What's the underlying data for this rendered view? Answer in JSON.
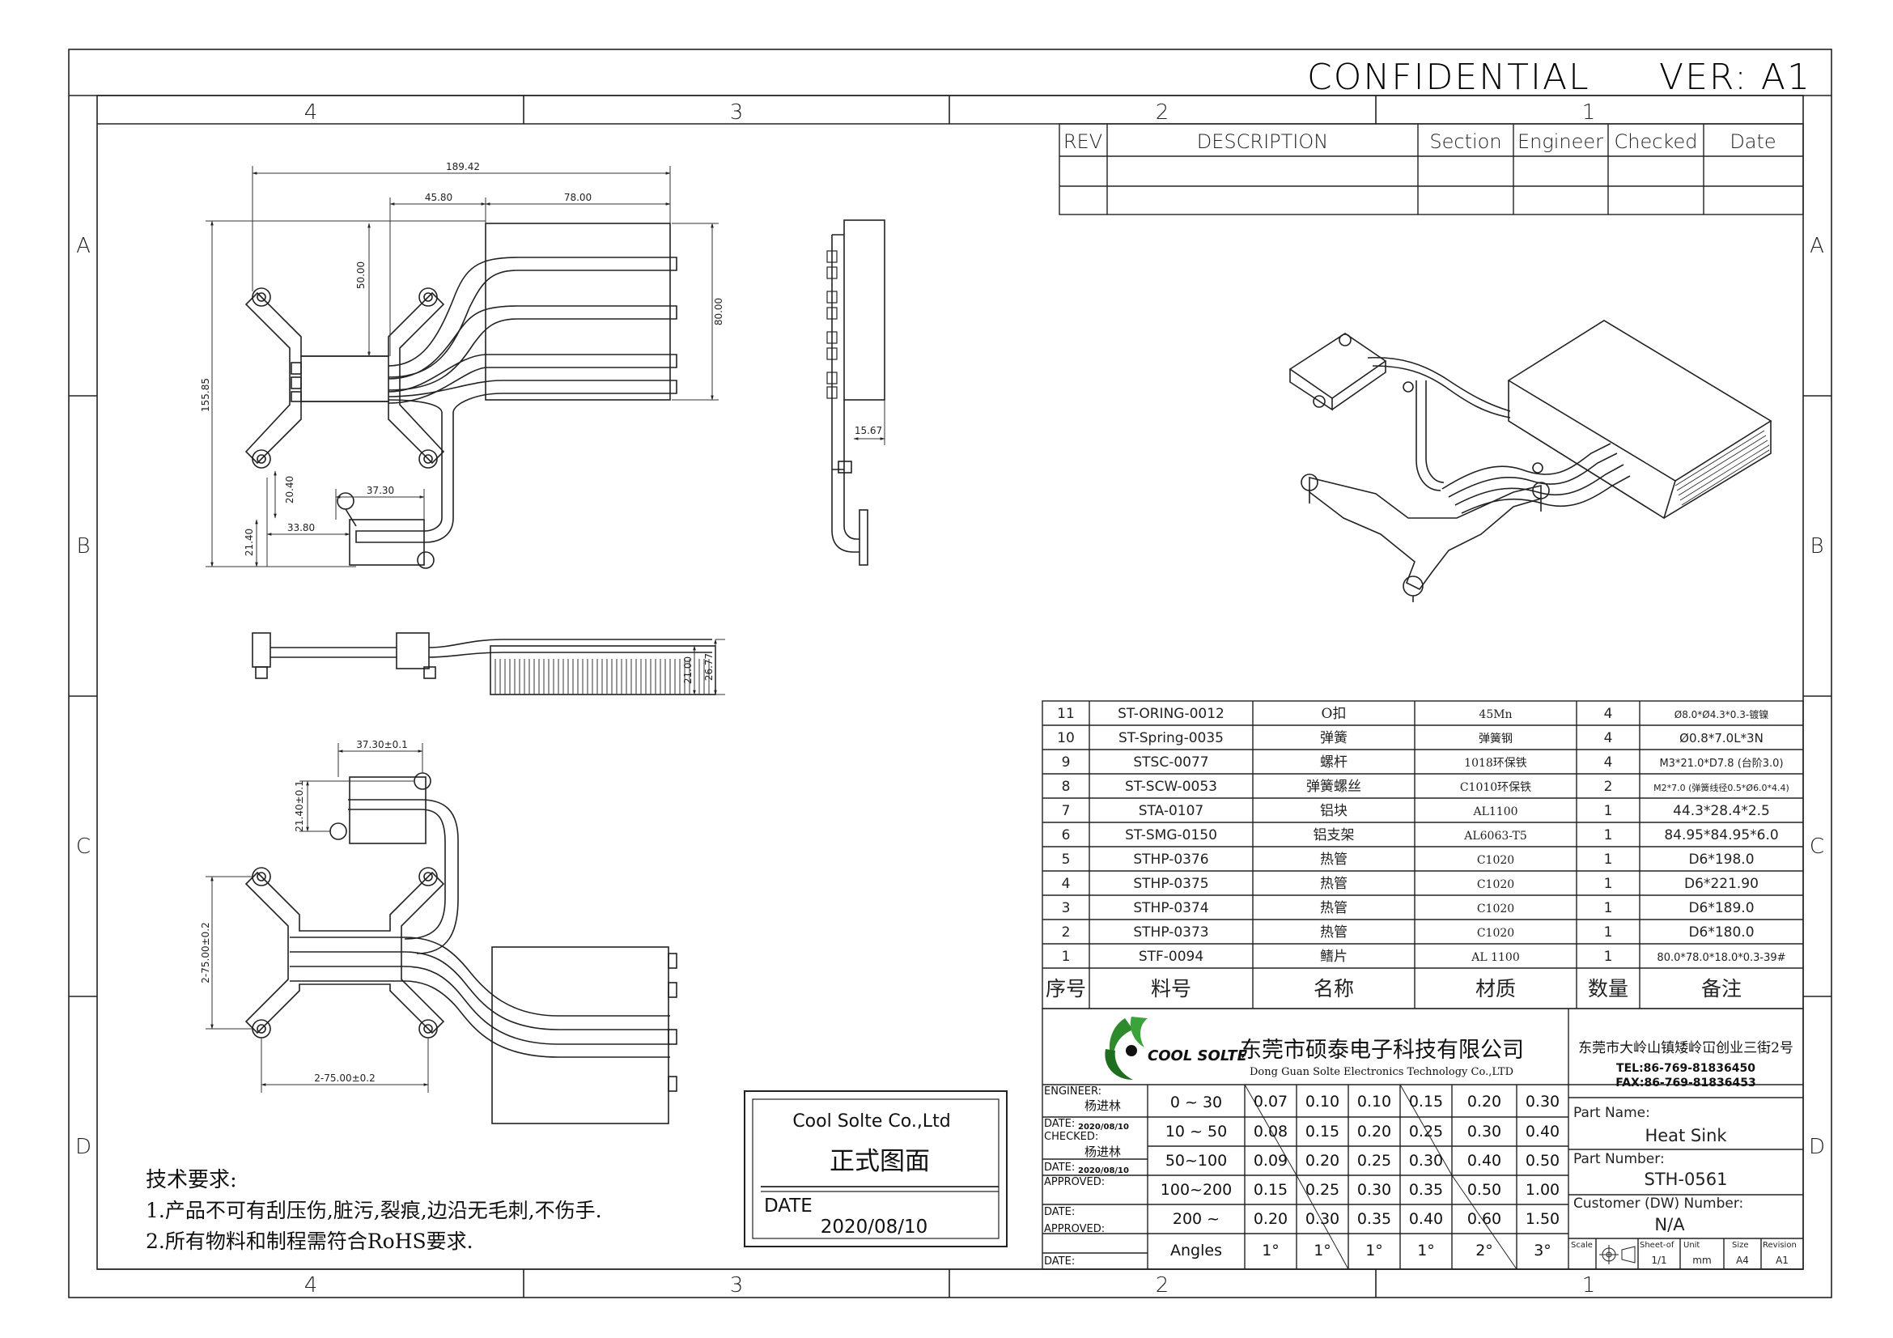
{
  "header": {
    "confidential": "CONFIDENTIAL",
    "version": "VER: A1"
  },
  "zones": {
    "columns": [
      "4",
      "3",
      "2",
      "1"
    ],
    "rows": [
      "A",
      "B",
      "C",
      "D"
    ]
  },
  "revision_table": {
    "headers": [
      "REV",
      "DESCRIPTION",
      "Section",
      "Engineer",
      "Checked",
      "Date"
    ]
  },
  "dimensions": {
    "top_view": [
      "189.42",
      "45.80",
      "78.00",
      "50.00",
      "80.00",
      "155.85",
      "37.30",
      "20.40",
      "33.80",
      "21.40"
    ],
    "side_view": [
      "15.67"
    ],
    "front_view": [
      "21.00",
      "26.77"
    ],
    "bottom_view": [
      "37.30±0.1",
      "21.40±0.1",
      "2-75.00±0.2",
      "2-75.00±0.2"
    ]
  },
  "bom": {
    "rows": [
      {
        "no": "11",
        "part": "ST-ORING-0012",
        "name": "O扣",
        "material": "45Mn",
        "qty": "4",
        "remark": "Ø8.0*Ø4.3*0.3-镀镍"
      },
      {
        "no": "10",
        "part": "ST-Spring-0035",
        "name": "弹簧",
        "material": "弹簧钢",
        "qty": "4",
        "remark": "Ø0.8*7.0L*3N"
      },
      {
        "no": "9",
        "part": "STSC-0077",
        "name": "螺杆",
        "material": "1018环保铁",
        "qty": "4",
        "remark": "M3*21.0*D7.8 (台阶3.0)"
      },
      {
        "no": "8",
        "part": "ST-SCW-0053",
        "name": "弹簧螺丝",
        "material": "C1010环保铁",
        "qty": "2",
        "remark": "M2*7.0 (弹簧线径0.5*Ø6.0*4.4)"
      },
      {
        "no": "7",
        "part": "STA-0107",
        "name": "铝块",
        "material": "AL1100",
        "qty": "1",
        "remark": "44.3*28.4*2.5"
      },
      {
        "no": "6",
        "part": "ST-SMG-0150",
        "name": "铝支架",
        "material": "AL6063-T5",
        "qty": "1",
        "remark": "84.95*84.95*6.0"
      },
      {
        "no": "5",
        "part": "STHP-0376",
        "name": "热管",
        "material": "C1020",
        "qty": "1",
        "remark": "D6*198.0"
      },
      {
        "no": "4",
        "part": "STHP-0375",
        "name": "热管",
        "material": "C1020",
        "qty": "1",
        "remark": "D6*221.90"
      },
      {
        "no": "3",
        "part": "STHP-0374",
        "name": "热管",
        "material": "C1020",
        "qty": "1",
        "remark": "D6*189.0"
      },
      {
        "no": "2",
        "part": "STHP-0373",
        "name": "热管",
        "material": "C1020",
        "qty": "1",
        "remark": "D6*180.0"
      },
      {
        "no": "1",
        "part": "STF-0094",
        "name": "鳍片",
        "material": "AL 1100",
        "qty": "1",
        "remark": "80.0*78.0*18.0*0.3-39#"
      }
    ],
    "headers": [
      "序号",
      "料号",
      "名称",
      "材质",
      "数量",
      "备注"
    ]
  },
  "company": {
    "logo_text": "COOL SOLTE",
    "name_cn": "东莞市硕泰电子科技有限公司",
    "name_en": "Dong Guan Solte Electronics Technology Co.,LTD",
    "address": "东莞市大岭山镇矮岭冚创业三街2号",
    "tel": "TEL:86-769-81836450",
    "fax": "FAX:86-769-81836453"
  },
  "tolerance": {
    "rows": [
      {
        "range": "0 ~ 30",
        "vals": [
          "0.07",
          "0.10",
          "0.10",
          "0.15",
          "0.20",
          "0.30"
        ]
      },
      {
        "range": "10 ~ 50",
        "vals": [
          "0.08",
          "0.15",
          "0.20",
          "0.25",
          "0.30",
          "0.40"
        ]
      },
      {
        "range": "50~100",
        "vals": [
          "0.09",
          "0.20",
          "0.25",
          "0.30",
          "0.40",
          "0.50"
        ]
      },
      {
        "range": "100~200",
        "vals": [
          "0.15",
          "0.25",
          "0.30",
          "0.35",
          "0.50",
          "1.00"
        ]
      },
      {
        "range": "200 ~",
        "vals": [
          "0.20",
          "0.30",
          "0.35",
          "0.40",
          "0.60",
          "1.50"
        ]
      },
      {
        "range": "Angles",
        "vals": [
          "1°",
          "1°",
          "1°",
          "1°",
          "2°",
          "3°"
        ]
      }
    ]
  },
  "signoff": {
    "engineer_label": "ENGINEER:",
    "engineer": "杨进林",
    "date_label": "DATE:",
    "engineer_date": "2020/08/10",
    "checked_label": "CHECKED:",
    "checker": "杨进林",
    "checked_date": "2020/08/10",
    "approved_label": "APPROVED:",
    "date2_label": "DATE:",
    "approved2_label": "APPROVED:",
    "date3_label": "DATE:"
  },
  "part_info": {
    "name_label": "Part Name:",
    "name": "Heat Sink",
    "number_label": "Part Number:",
    "number": "STH-0561",
    "customer_label": "Customer (DW) Number:",
    "customer": "N/A",
    "footer_labels": [
      "Scale",
      "Sheet-of",
      "Unit",
      "Size",
      "Revision"
    ],
    "footer_values": [
      "",
      "1/1",
      "mm",
      "A4",
      "A1"
    ]
  },
  "stamp": {
    "company": "Cool Solte  Co.,Ltd",
    "title": "正式图面",
    "date_label": "DATE",
    "date": "2020/08/10"
  },
  "notes": {
    "title": "技术要求:",
    "items": [
      "1.产品不可有刮压伤,脏污,裂痕,边沿无毛刺,不伤手.",
      "2.所有物料和制程需符合RoHS要求."
    ]
  }
}
